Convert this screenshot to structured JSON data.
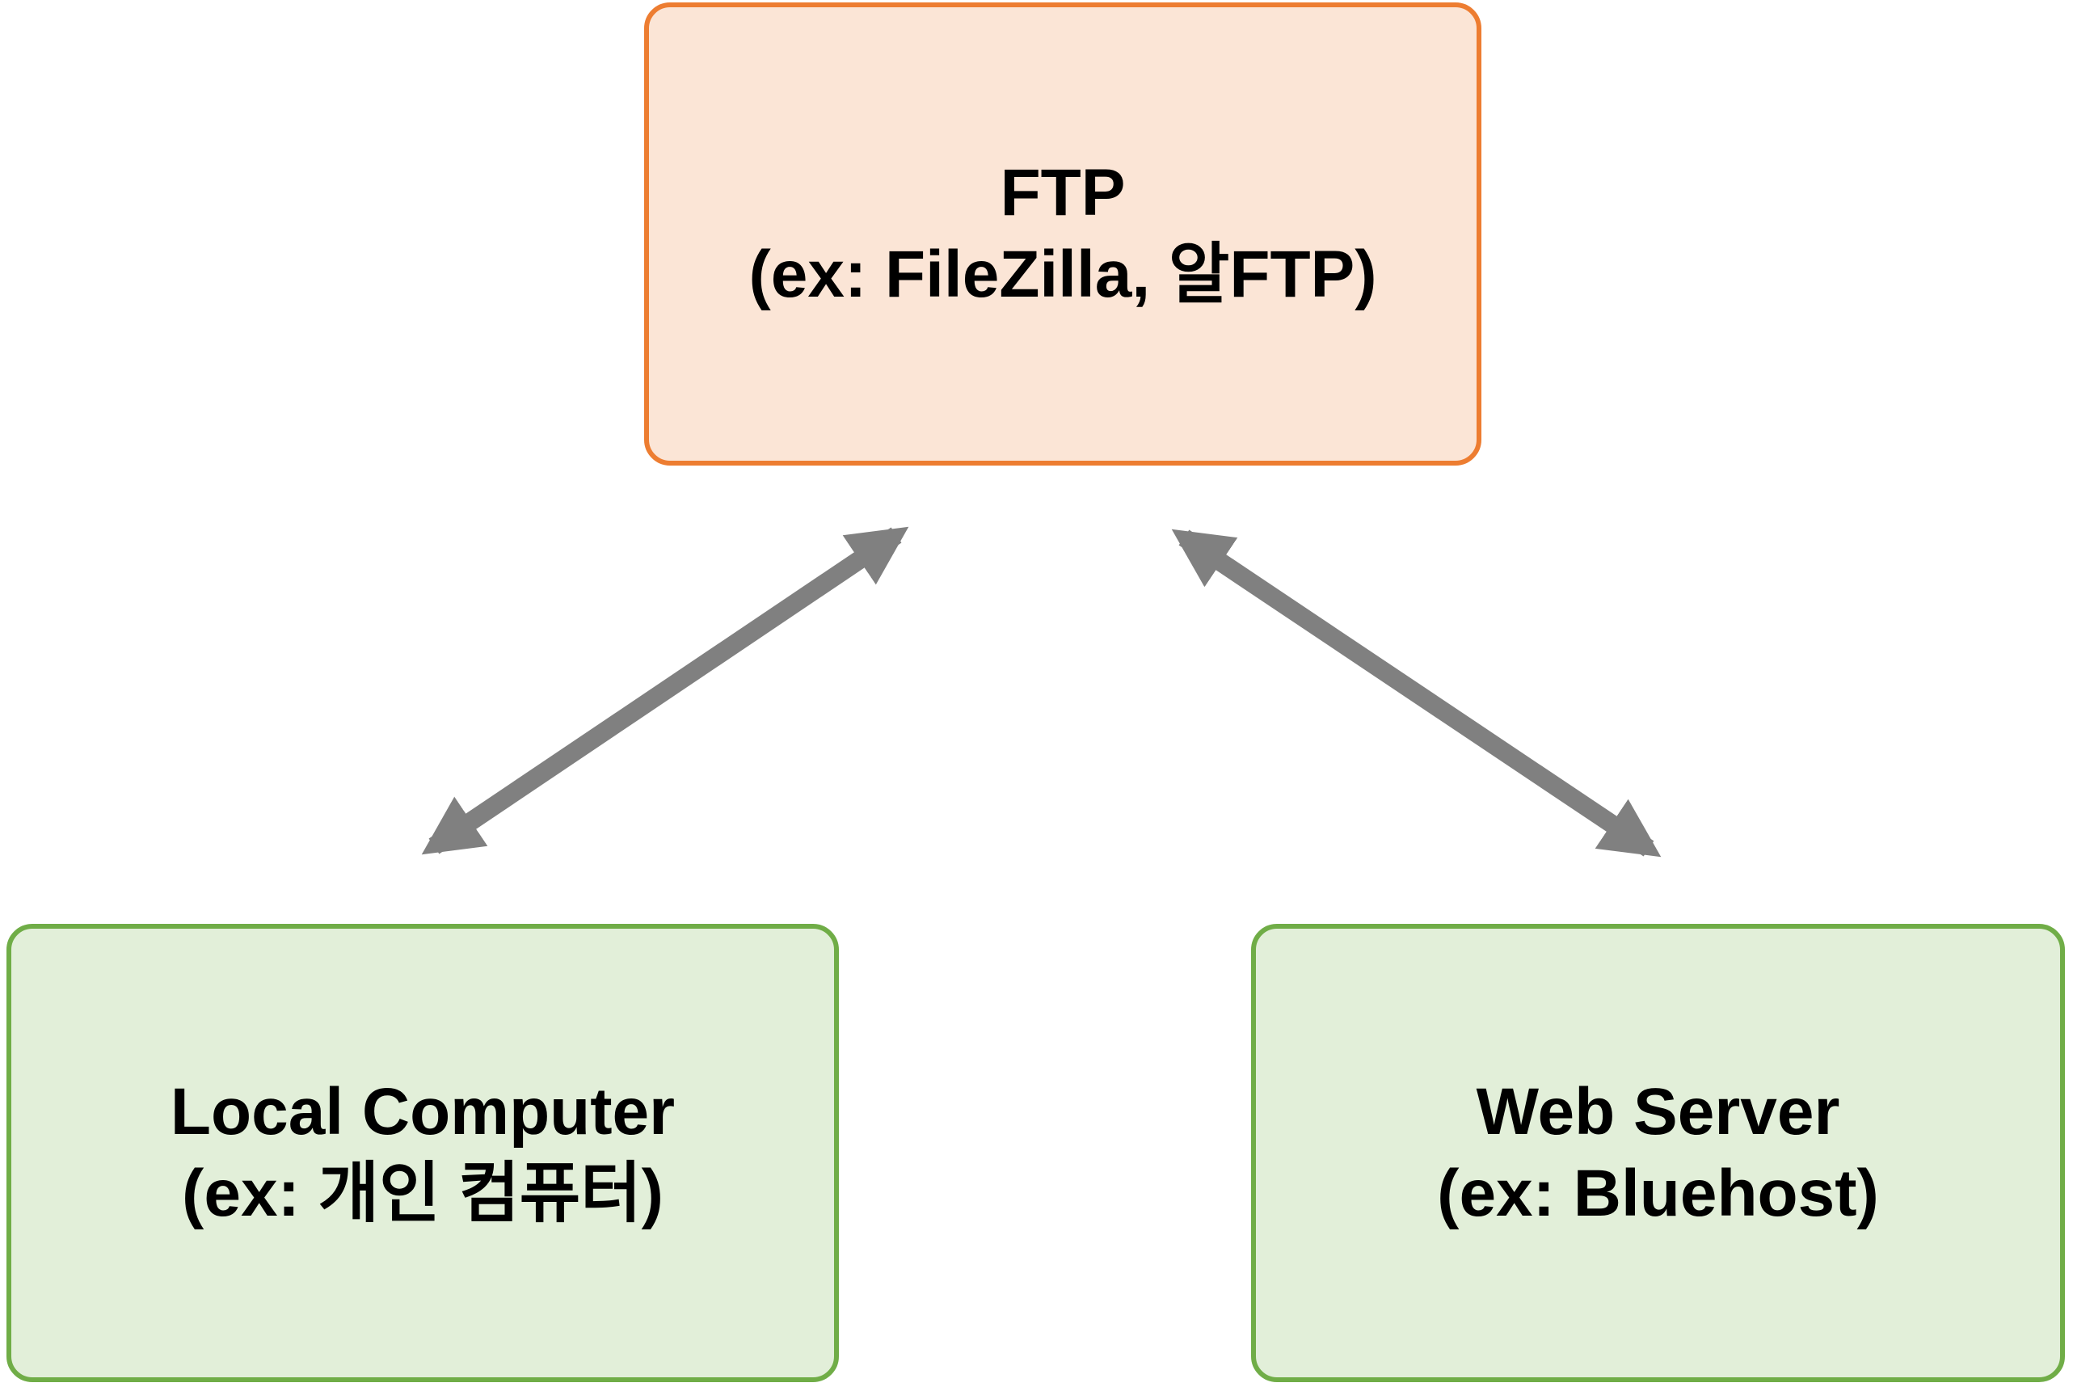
{
  "diagram": {
    "background": "#FFFFFF",
    "text_color": "#000000",
    "nodes": {
      "ftp": {
        "line1": "FTP",
        "line2": "(ex: FileZilla, 알FTP)",
        "fill": "#FBE5D6",
        "border_color": "#ED7D31"
      },
      "local_computer": {
        "line1": "Local Computer",
        "line2": "(ex: 개인 컴퓨터)",
        "fill": "#E2EFD9",
        "border_color": "#70AD47"
      },
      "web_server": {
        "line1": "Web Server",
        "line2": "(ex: Bluehost)",
        "fill": "#E2EFD9",
        "border_color": "#70AD47"
      }
    },
    "connectors": [
      {
        "name": "ftp-to-local-computer",
        "style": "double-headed-arrow",
        "color": "#808080"
      },
      {
        "name": "ftp-to-web-server",
        "style": "double-headed-arrow",
        "color": "#808080"
      }
    ]
  }
}
